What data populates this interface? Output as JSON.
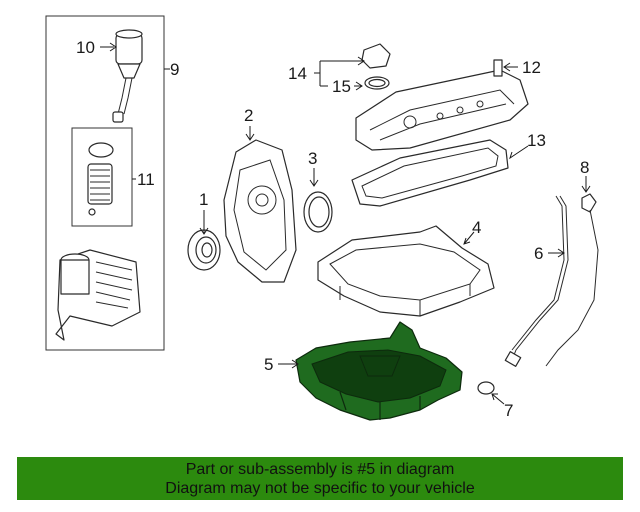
{
  "callouts": [
    "1",
    "2",
    "3",
    "4",
    "5",
    "6",
    "7",
    "8",
    "9",
    "10",
    "11",
    "12",
    "13",
    "14",
    "15"
  ],
  "banner": {
    "line1": "Part or sub-assembly is #5 in diagram",
    "line2": "Diagram may not be specific to your vehicle"
  },
  "colors": {
    "highlight": "#1f6b1f",
    "banner": "#2c8a0e"
  }
}
